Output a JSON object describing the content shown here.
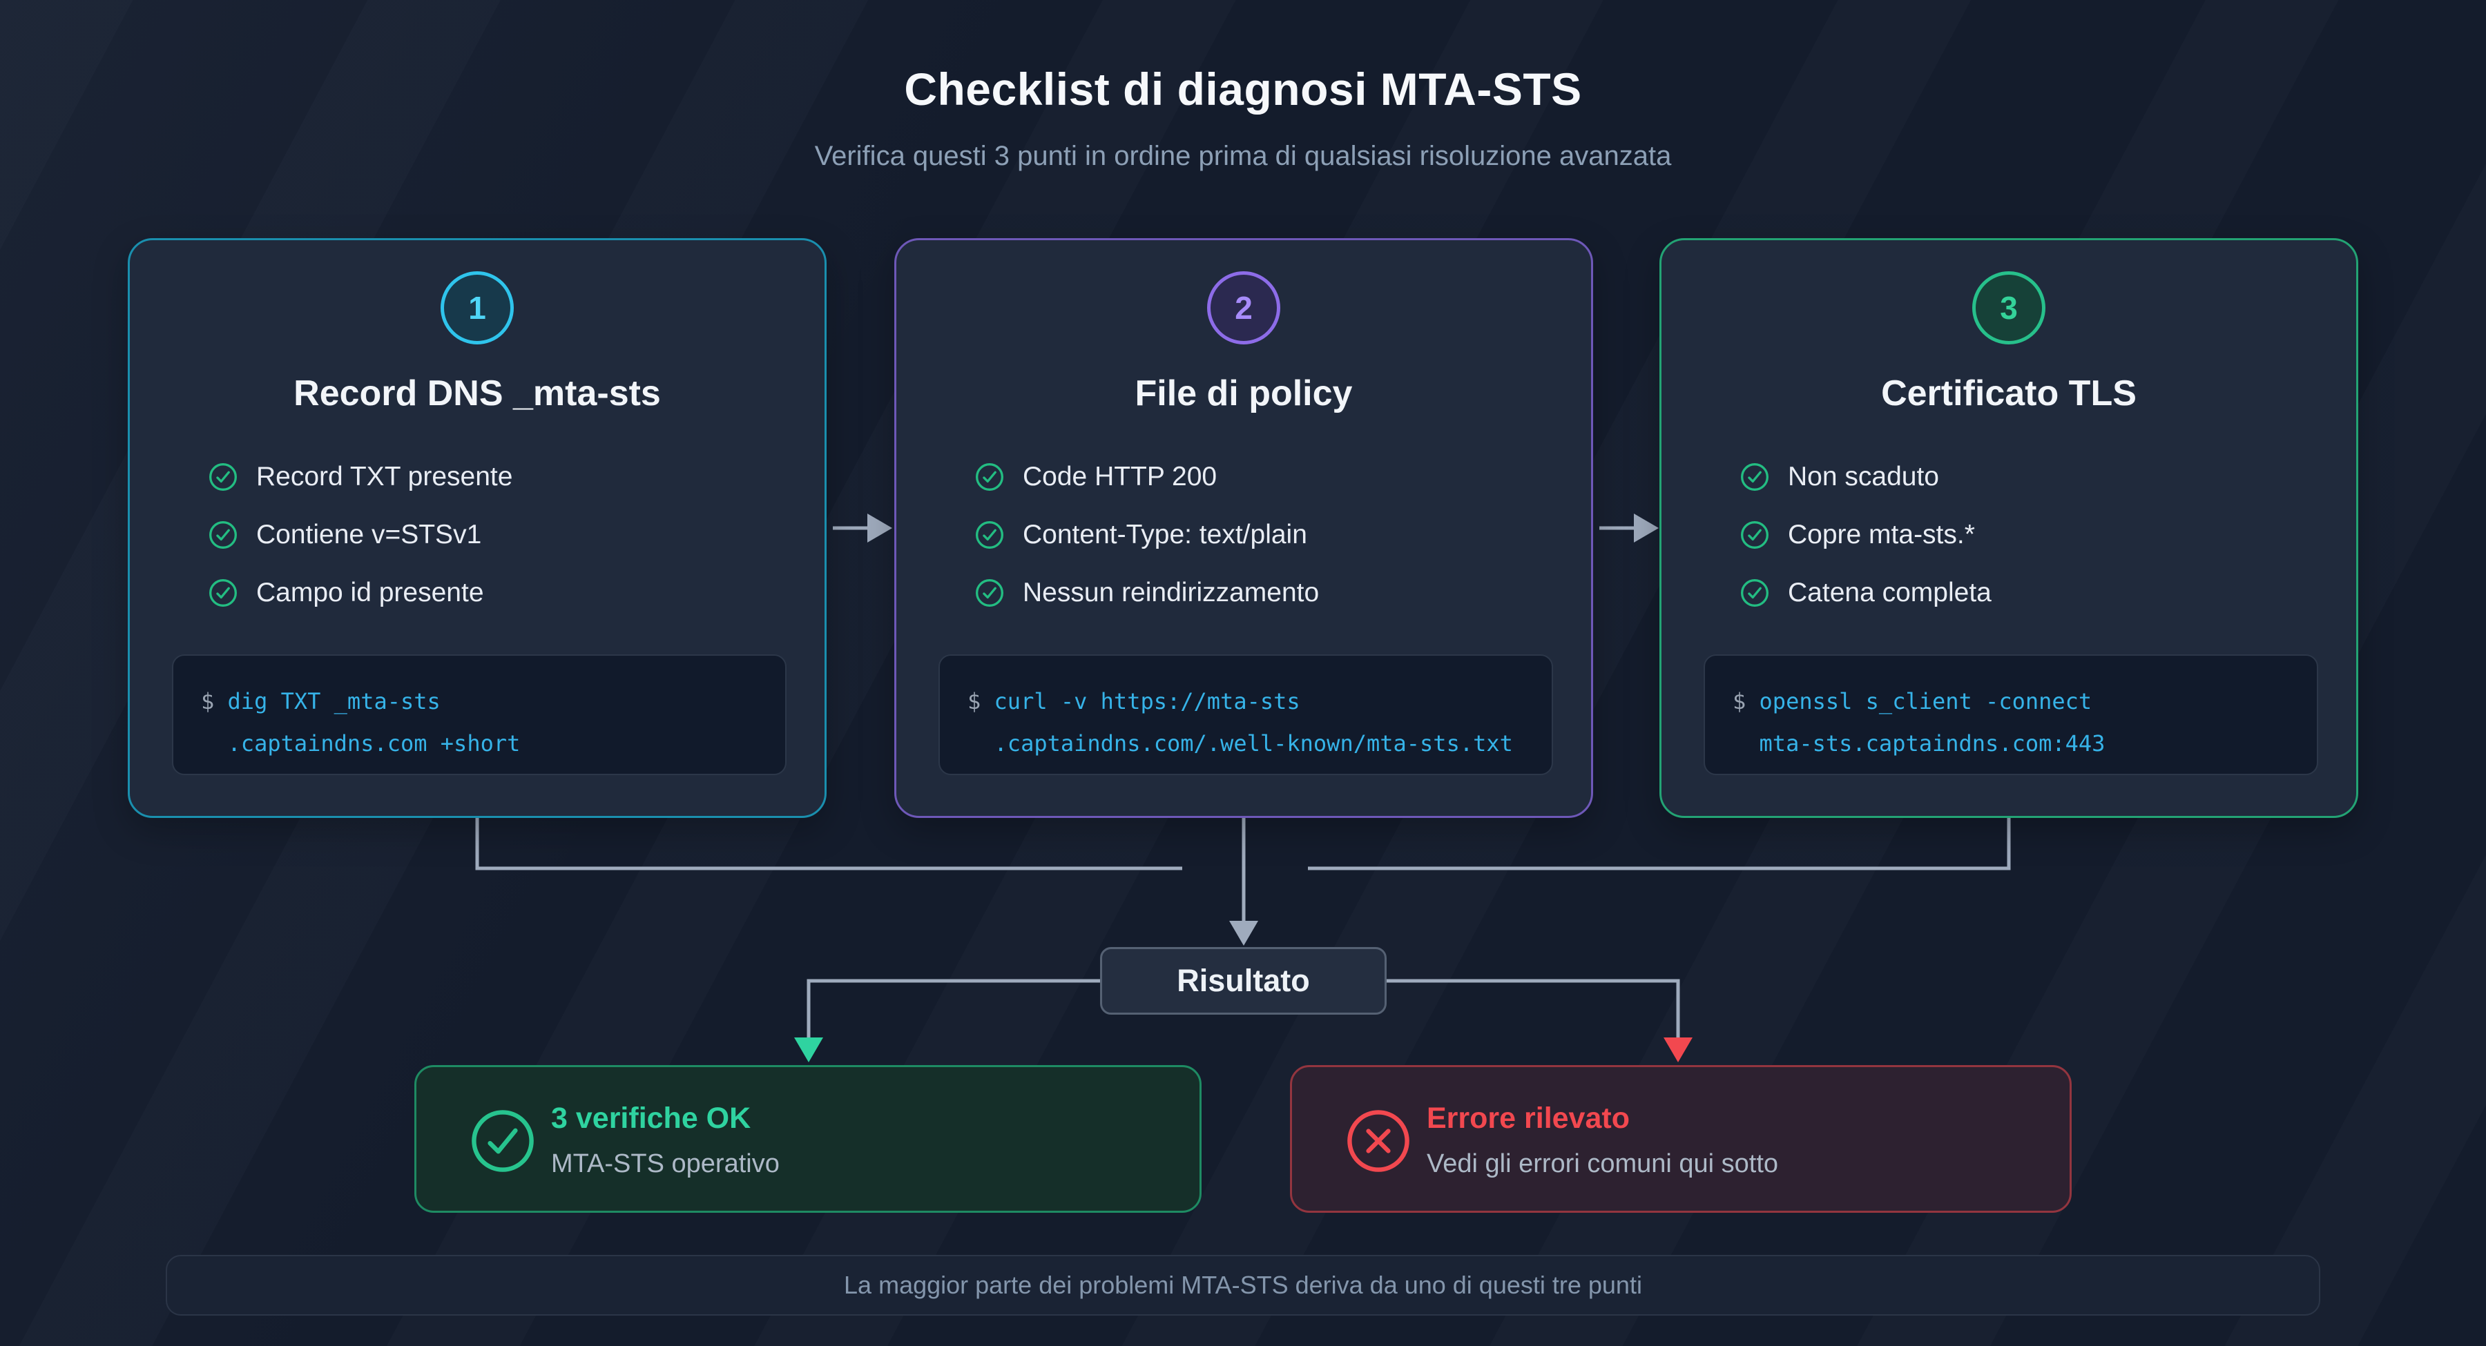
{
  "header": {
    "title": "Checklist di diagnosi MTA-STS",
    "subtitle": "Verifica questi 3 punti in ordine prima di qualsiasi risoluzione avanzata"
  },
  "cards": [
    {
      "number": "1",
      "title": "Record DNS _mta-sts",
      "accent": "#2fc4ec",
      "items": [
        "Record TXT presente",
        "Contiene v=STSv1",
        "Campo id presente"
      ],
      "code": {
        "prompt": "$ ",
        "line1": "dig TXT _mta-sts",
        "line2": ".captaindns.com +short"
      }
    },
    {
      "number": "2",
      "title": "File di policy",
      "accent": "#8d6ce8",
      "items": [
        "Code HTTP 200",
        "Content-Type: text/plain",
        "Nessun reindirizzamento"
      ],
      "code": {
        "prompt": "$ ",
        "line1": "curl -v https://mta-sts",
        "line2": ".captaindns.com/.well-known/mta-sts.txt"
      }
    },
    {
      "number": "3",
      "title": "Certificato TLS",
      "accent": "#27c08b",
      "items": [
        "Non scaduto",
        "Copre mta-sts.*",
        "Catena completa"
      ],
      "code": {
        "prompt": "$ ",
        "line1": "openssl s_client -connect",
        "line2": "mta-sts.captaindns.com:443"
      }
    }
  ],
  "flow": {
    "result_label": "Risultato"
  },
  "outcomes": {
    "success": {
      "title": "3 verifiche OK",
      "subtitle": "MTA-STS operativo"
    },
    "error": {
      "title": "Errore rilevato",
      "subtitle": "Vedi gli errori comuni qui sotto"
    }
  },
  "footer": {
    "note": "La maggior parte dei problemi MTA-STS deriva da uno di questi tre punti"
  },
  "colors": {
    "background": "#141c2c",
    "card_background": "#202a3c",
    "card1_accent": "#2fc4ec",
    "card2_accent": "#8d6ce8",
    "card3_accent": "#27c08b",
    "check_green": "#23bd82",
    "code_text": "#36b3e8",
    "code_prompt": "#9aa4b2",
    "connector_gray": "#9fabbd",
    "success_accent": "#2fd3a0",
    "error_accent": "#f2484f"
  }
}
